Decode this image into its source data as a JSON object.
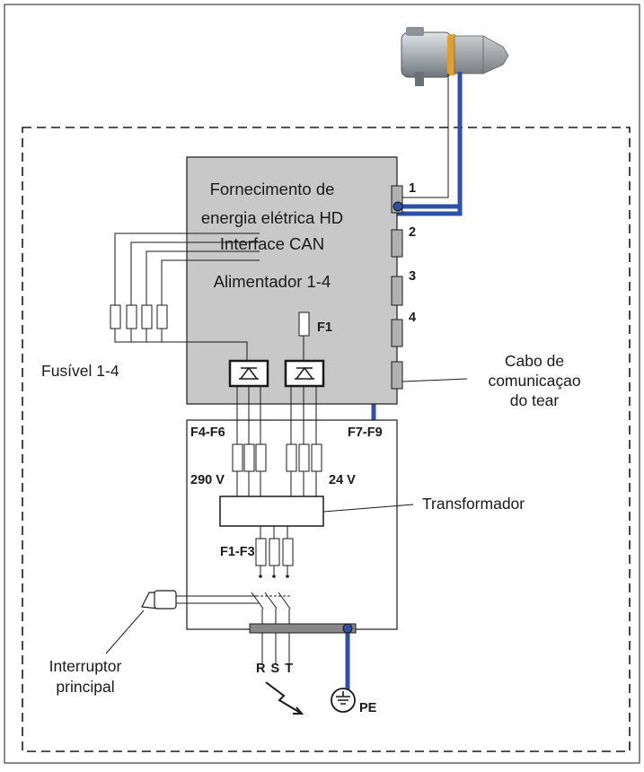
{
  "psu": {
    "line1": "Fornecimento de",
    "line2": "energia elétrica HD",
    "line3": "Interface CAN",
    "line4": "Alimentador 1-4"
  },
  "connectors": [
    "1",
    "2",
    "3",
    "4"
  ],
  "fuse_labels": {
    "f1": "F1",
    "f4_f6": "F4-F6",
    "f7_f9": "F7-F9",
    "f1_f3": "F1-F3"
  },
  "fusivel": "Fusível 1-4",
  "cabo": [
    "Cabo de",
    "comunicaçao",
    "do tear"
  ],
  "voltages": {
    "left": "290 V",
    "right": "24 V"
  },
  "transformador": "Transformador",
  "interruptor": [
    "Interruptor",
    "principal"
  ],
  "phases": "R S T",
  "ground": "PE",
  "colors": {
    "cable": "#3050a8",
    "psu_fill": "#c8c8c8",
    "line": "#1a1a1a"
  }
}
